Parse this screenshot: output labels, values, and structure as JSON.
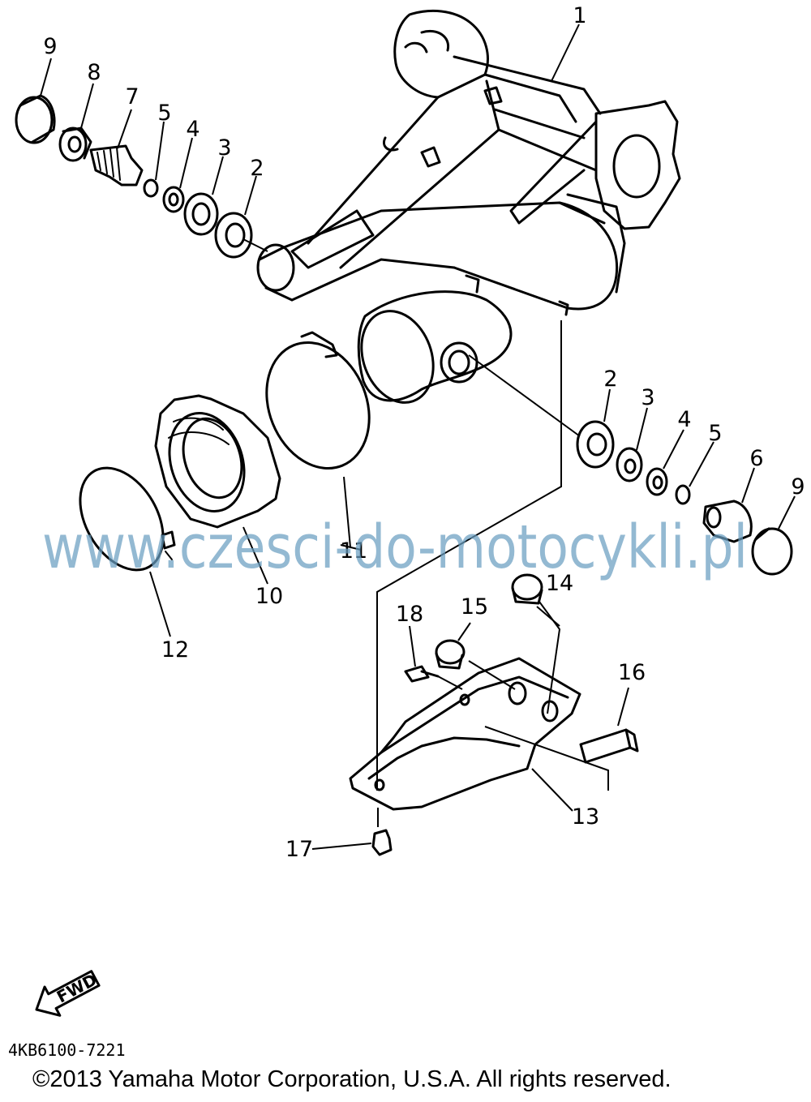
{
  "diagram": {
    "callouts": {
      "c1": "1",
      "c2a": "2",
      "c3a": "3",
      "c4a": "4",
      "c5a": "5",
      "c7": "7",
      "c8": "8",
      "c9a": "9",
      "c2b": "2",
      "c3b": "3",
      "c4b": "4",
      "c5b": "5",
      "c6": "6",
      "c9b": "9",
      "c10": "10",
      "c11": "11",
      "c12": "12",
      "c13": "13",
      "c14": "14",
      "c15": "15",
      "c16": "16",
      "c17": "17",
      "c18": "18"
    },
    "direction_arrow": "FWD",
    "diagram_code": "4KB6100-7221",
    "watermark": "www.czesci-do-motocykli.pl",
    "copyright": "©2013 Yamaha Motor Corporation, U.S.A. All rights reserved."
  },
  "colors": {
    "line": "#000000",
    "watermark": "#6a9ec0",
    "background": "#ffffff"
  }
}
